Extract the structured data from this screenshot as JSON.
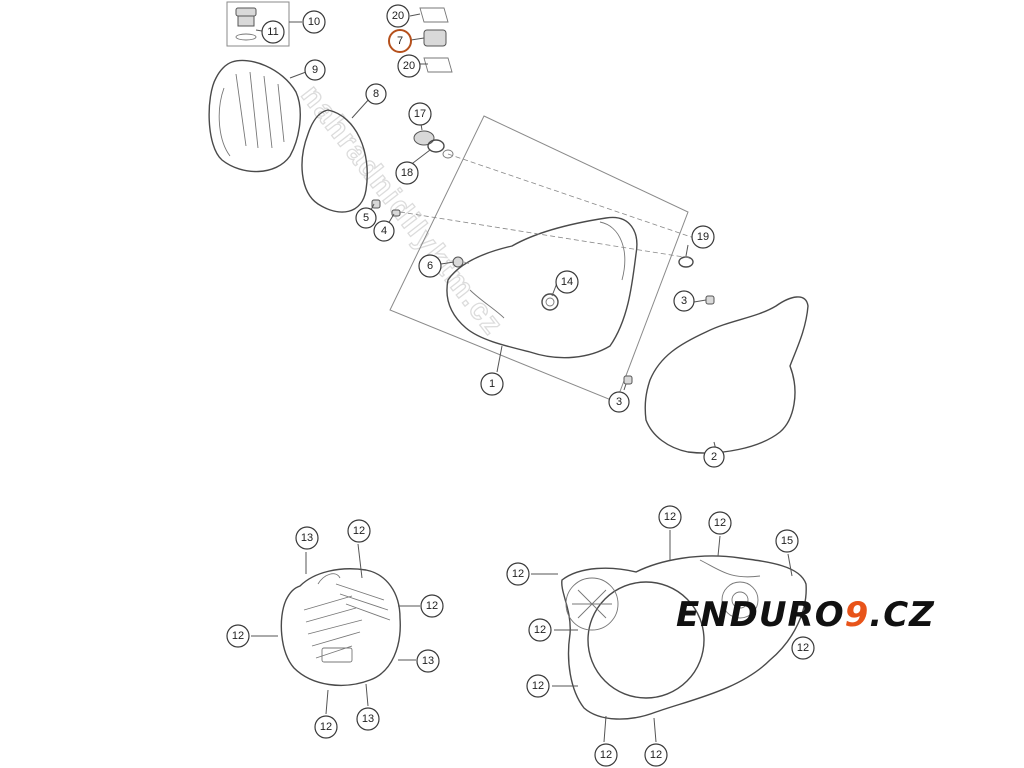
{
  "watermark": "nahradnidilyktm.cz",
  "logo": {
    "text_main": "ENDURO",
    "text_accent": "9",
    "text_suffix": ".CZ",
    "main_color": "#111111",
    "accent_color": "#e8541a"
  },
  "colors": {
    "highlight": "#b5501c"
  },
  "callouts": {
    "c10": "10",
    "c11": "11",
    "c9": "9",
    "c8": "8",
    "c20a": "20",
    "c7": "7",
    "c20b": "20",
    "c17": "17",
    "c18": "18",
    "c5": "5",
    "c4": "4",
    "c6": "6",
    "c14": "14",
    "c19": "19",
    "c3a": "3",
    "c1": "1",
    "c3b": "3",
    "c2": "2",
    "b13a": "13",
    "b12a": "12",
    "b12b": "12",
    "b12c": "12",
    "b13b": "13",
    "b12d": "12",
    "b13c": "13",
    "r12a": "12",
    "r12b": "12",
    "r15": "15",
    "r12c": "12",
    "r12d": "12",
    "r12e": "12",
    "r12f": "12",
    "r12g": "12",
    "r12h": "12"
  }
}
